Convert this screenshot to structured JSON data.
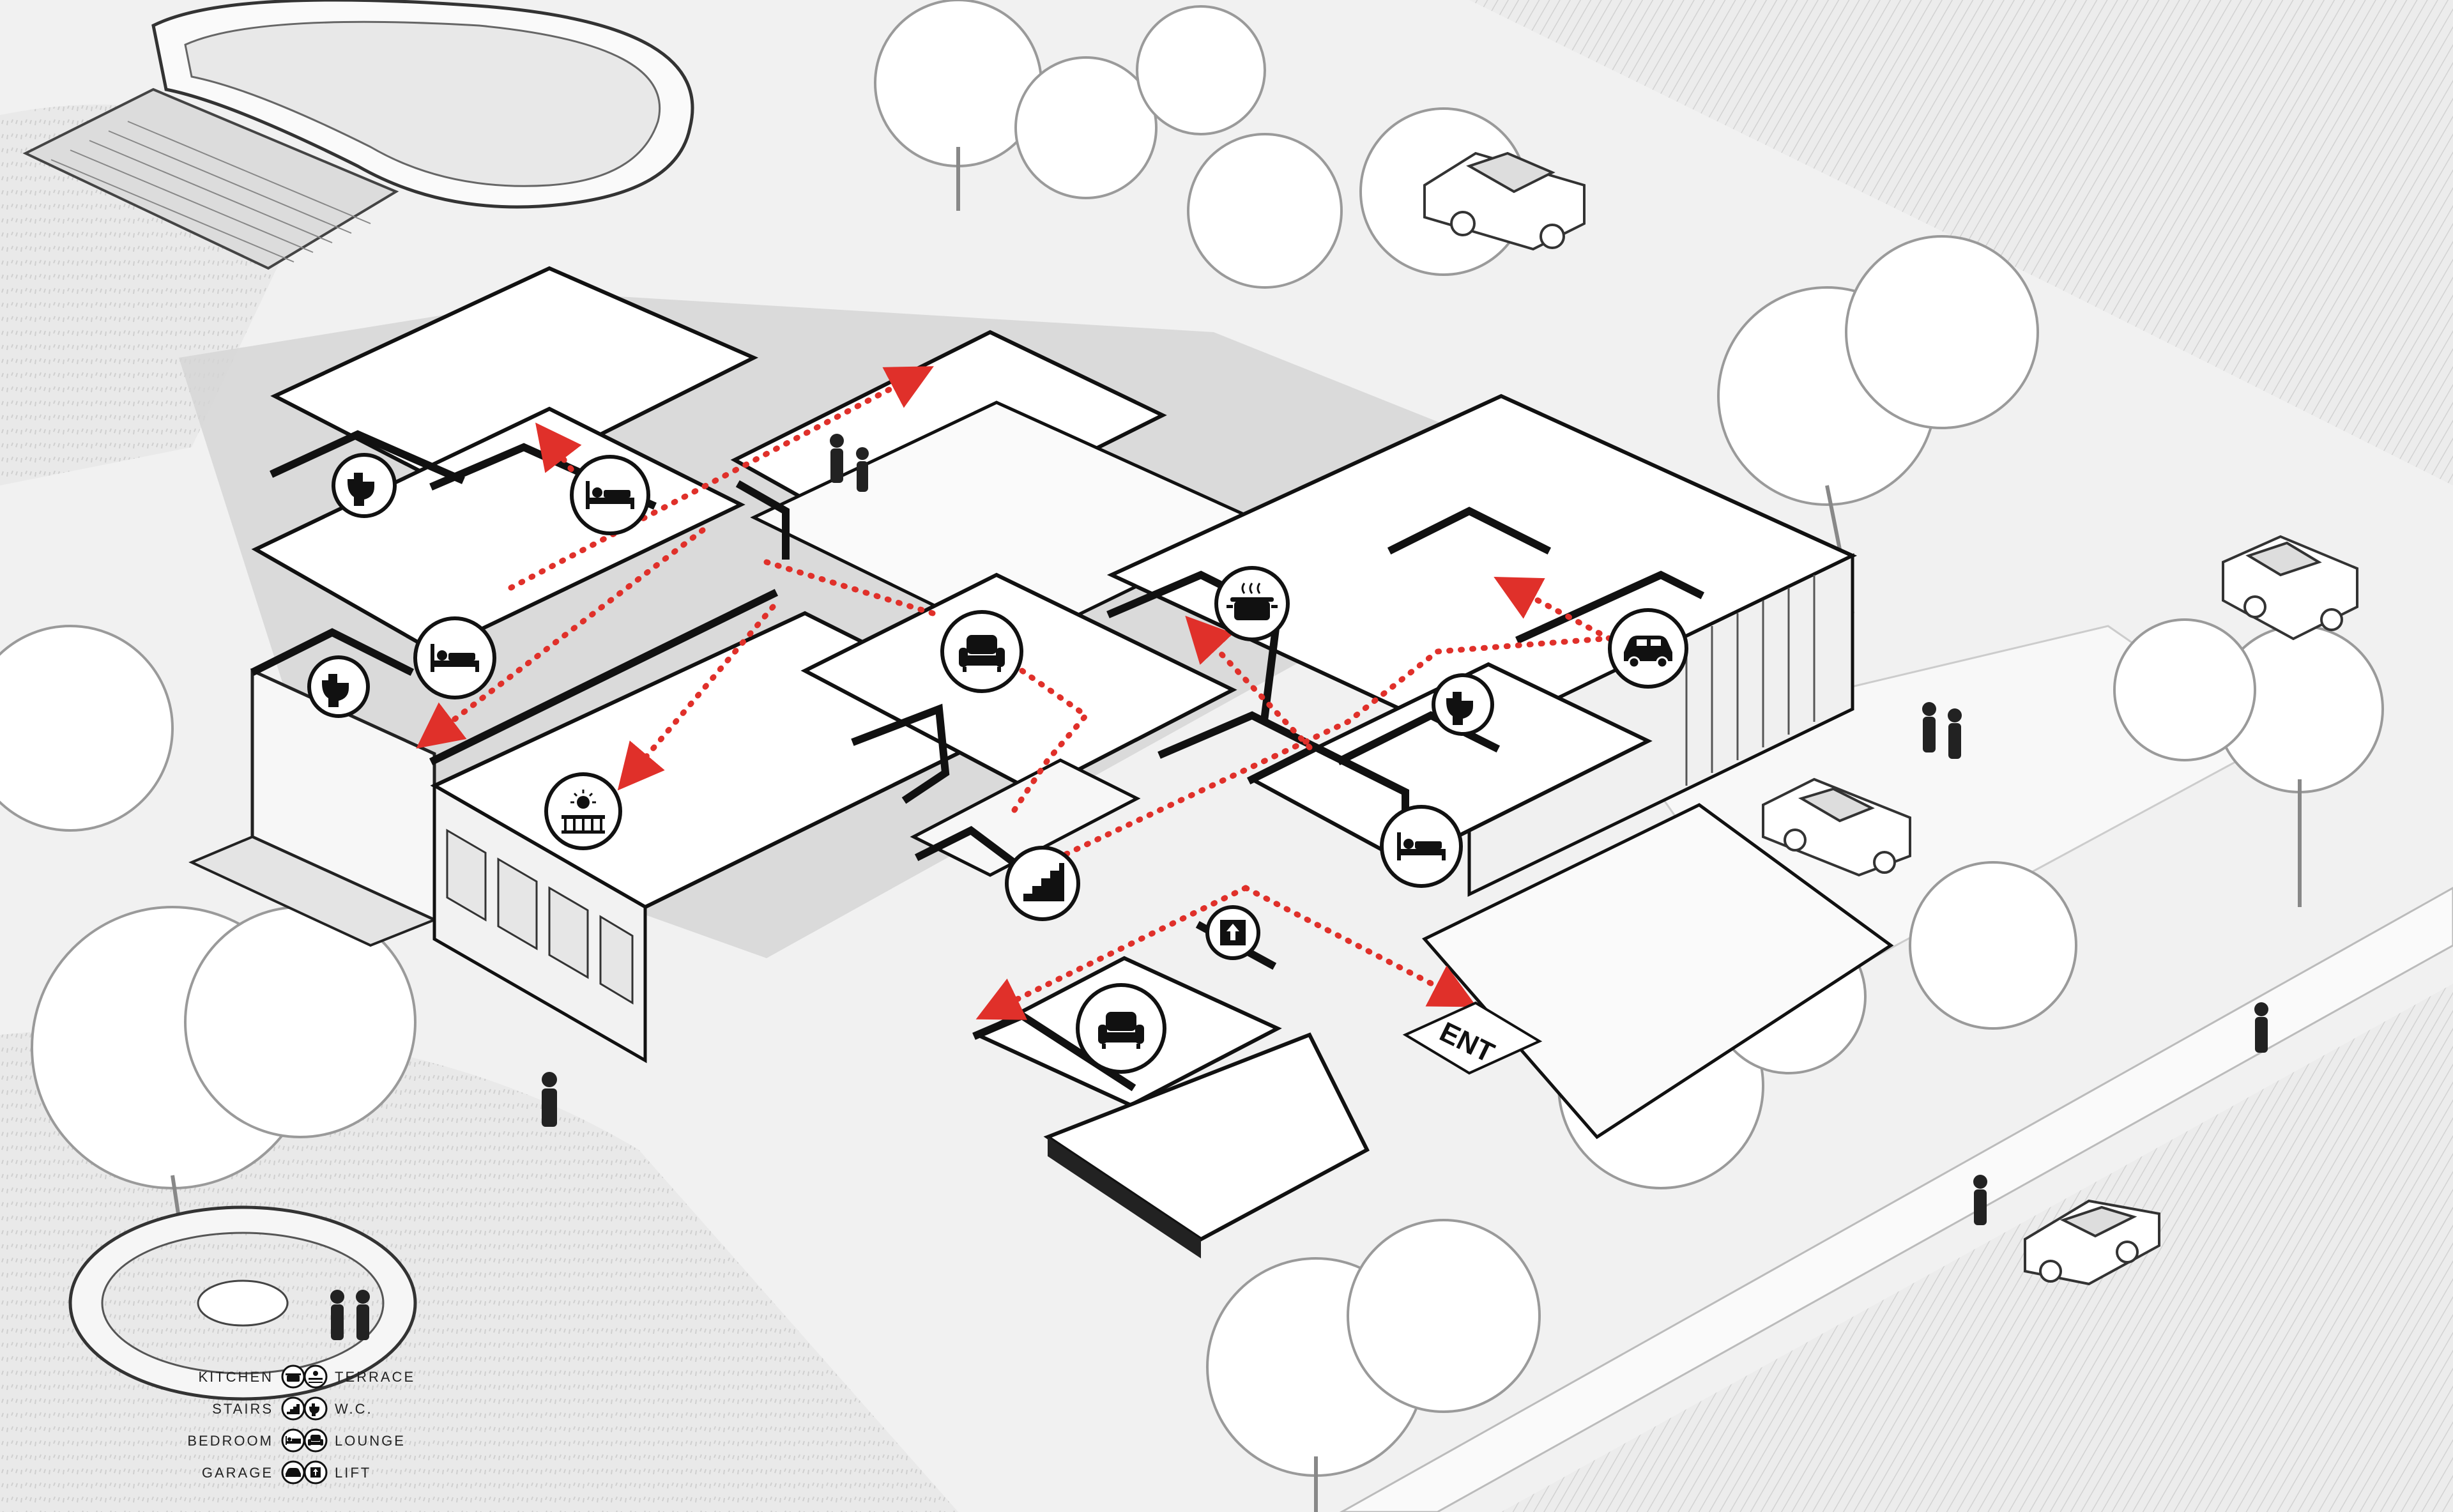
{
  "entrance": {
    "label": "ENT"
  },
  "legend": {
    "items": [
      {
        "label": "KITCHEN",
        "icon": "cooking-pot-icon"
      },
      {
        "label": "TERRACE",
        "icon": "terrace-icon"
      },
      {
        "label": "STAIRS",
        "icon": "stairs-icon"
      },
      {
        "label": "W.C.",
        "icon": "toilet-icon"
      },
      {
        "label": "BEDROOM",
        "icon": "bed-icon"
      },
      {
        "label": "LOUNGE",
        "icon": "armchair-icon"
      },
      {
        "label": "GARAGE",
        "icon": "car-icon"
      },
      {
        "label": "LIFT",
        "icon": "lift-icon"
      }
    ]
  },
  "colors": {
    "accent": "#e0302a",
    "walls": "#111111",
    "background": "#f4f4f4",
    "shadow": "#c8c8c8"
  }
}
